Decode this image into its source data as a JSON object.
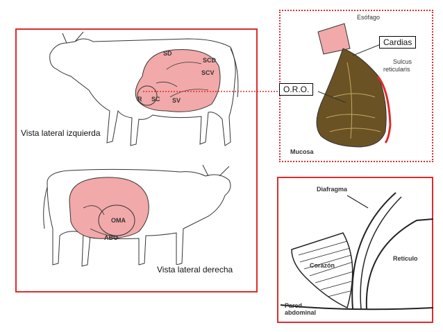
{
  "views": {
    "left": "Vista lateral izquierda",
    "right": "Vista lateral derecha"
  },
  "rumen_labels": {
    "sd": "SD",
    "scd": "SCD",
    "scv": "SCV",
    "r": "R",
    "sc": "SC",
    "sv": "SV",
    "oma": "OMA",
    "abo": "ABO"
  },
  "top_right": {
    "esofago": "Esófago",
    "cardias": "Cardias",
    "sulcus_1": "Sulcus",
    "sulcus_2": "reticularis",
    "oro": "O.R.O.",
    "mucosa": "Mucosa"
  },
  "bottom_right": {
    "diafragma": "Diafragma",
    "corazon": "Corazón",
    "reticulo": "Retículo",
    "pared_1": "Pared",
    "pared_2": "abdominal"
  },
  "colors": {
    "frame_red": "#e02a2a",
    "organ_pink": "#f2a9a9",
    "mucosa_dark": "#4a3a1a"
  }
}
